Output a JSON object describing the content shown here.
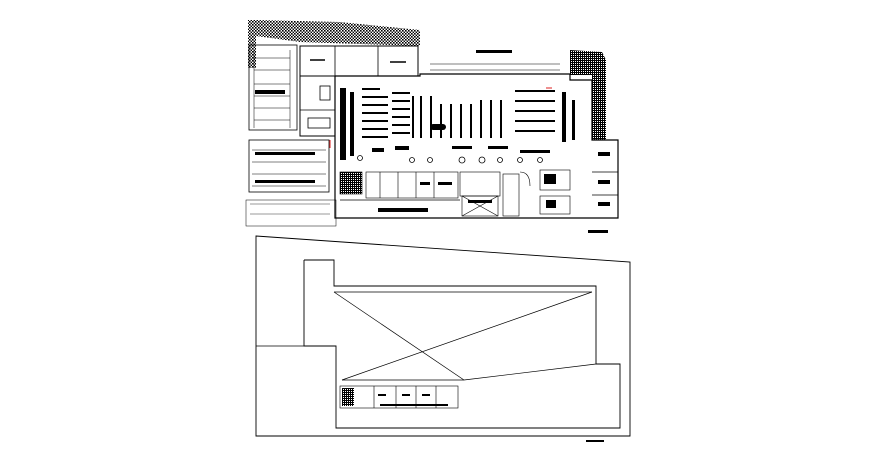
{
  "drawing": {
    "kind": "architectural floor plan",
    "views": [
      "ground-floor-plan",
      "roof-plan"
    ],
    "line_color": "#000000",
    "background": "#ffffff",
    "hatch_color": "#000000",
    "text_labels": []
  }
}
